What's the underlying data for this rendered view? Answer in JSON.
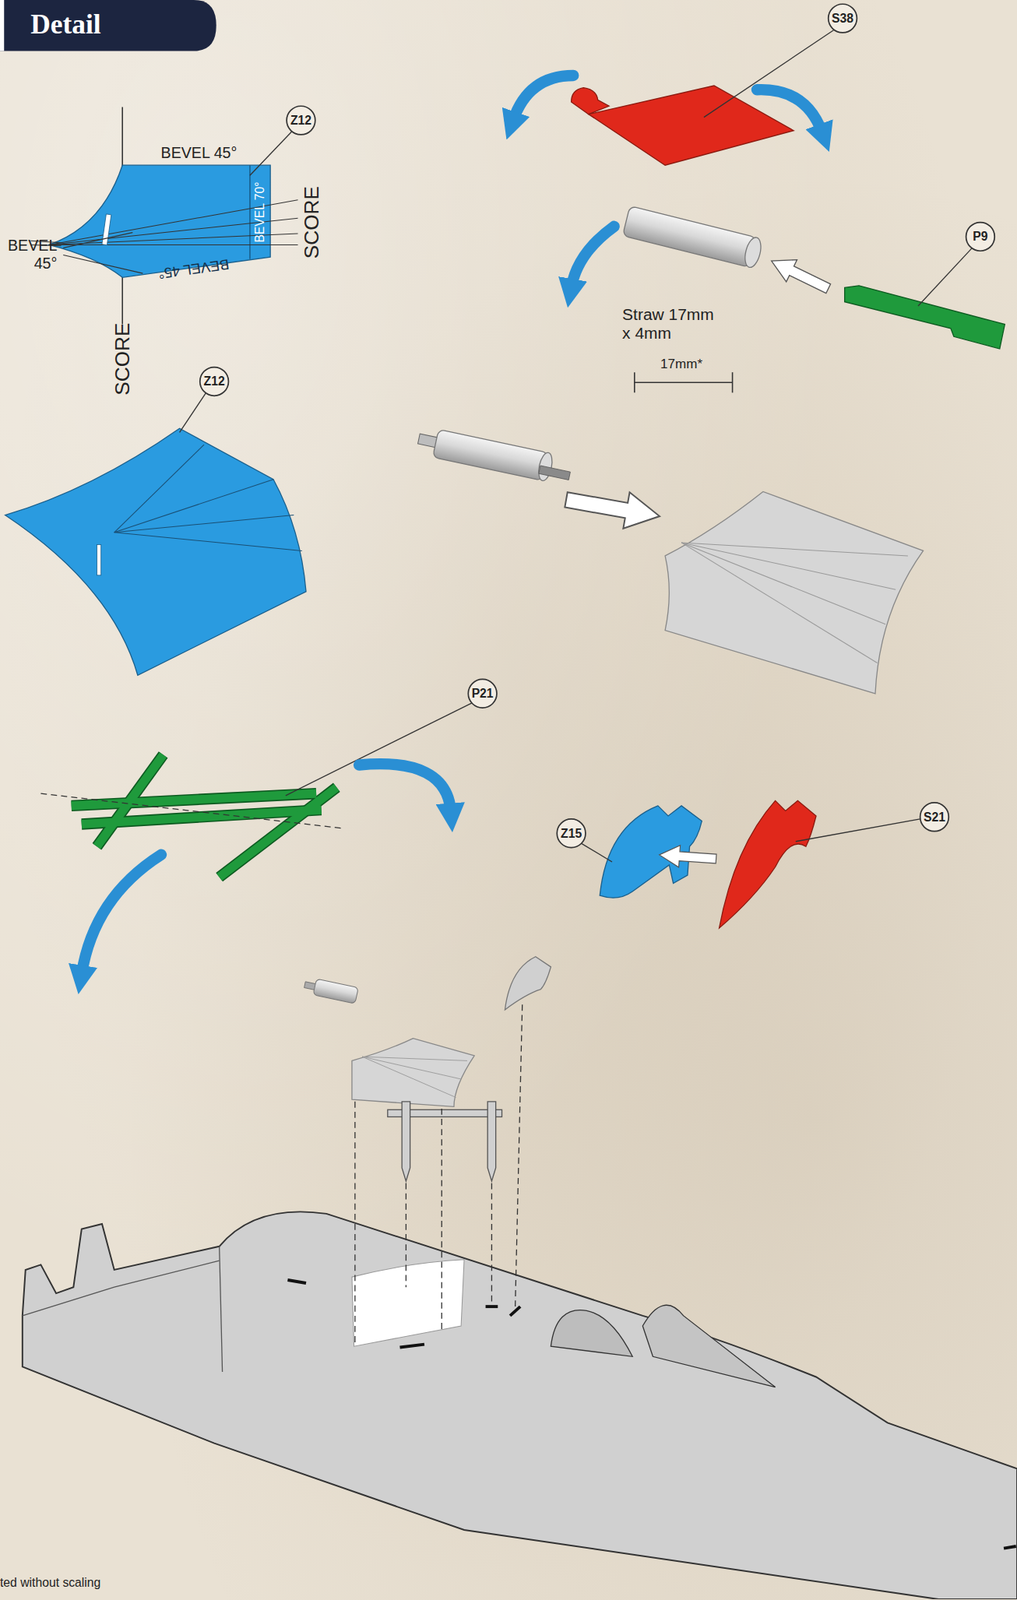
{
  "diagram": {
    "title": "Detail",
    "labels": [
      "Z12",
      "BEVEL 45°",
      "BEVEL 70°",
      "SCORE",
      "BEVEL 45°",
      "BEVEL 45°",
      "SCORE",
      "S38",
      "P9",
      "Straw 17mm x 4mm",
      "17mm*",
      "Z12",
      "P21",
      "Z15",
      "S21",
      "ted without scaling"
    ]
  }
}
